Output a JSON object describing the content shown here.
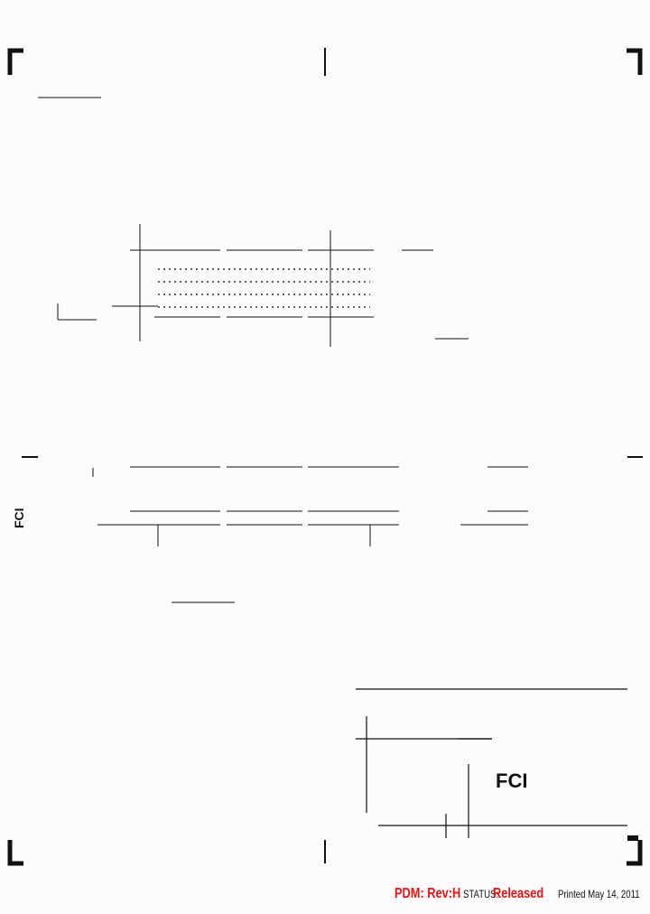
{
  "footer": {
    "pdm_label": "PDM: Rev:H",
    "status_label": "STATUS:",
    "status_value": "Released",
    "printed": "Printed May 14, 2011"
  },
  "logo": {
    "text": "FCI"
  },
  "colors": {
    "status": "#ee1111",
    "ink": "#111111",
    "paper": "#fdfbfd"
  }
}
